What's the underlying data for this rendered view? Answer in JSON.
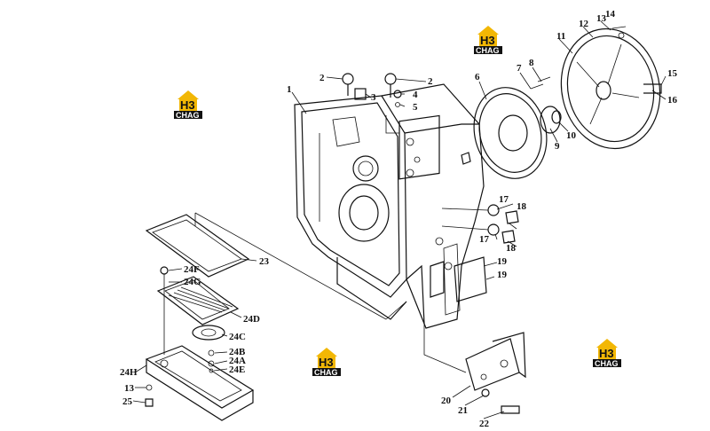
{
  "watermark": {
    "mark": "H3",
    "text": "CHAG",
    "color_roof": "#f2b705",
    "color_band": "#111111"
  },
  "callouts": [
    "1",
    "2",
    "2",
    "3",
    "4",
    "5",
    "6",
    "7",
    "8",
    "9",
    "10",
    "11",
    "12",
    "13",
    "14",
    "15",
    "16",
    "17",
    "18",
    "17",
    "18",
    "19",
    "19",
    "20",
    "21",
    "22",
    "23",
    "24F",
    "24G",
    "24D",
    "24C",
    "24B",
    "24A",
    "24E",
    "24H",
    "13",
    "25"
  ]
}
